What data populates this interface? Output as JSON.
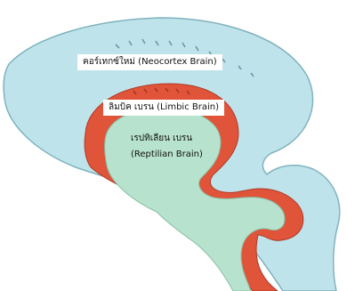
{
  "labels": {
    "neocortex": "คอร์เทกซ์ใหม่ (Neocortex Brain)",
    "limbic": "ลิมบิค เบรน (Limbic Brain)",
    "reptilian_line1": "เรปทิเลียน เบรน",
    "reptilian_line2": "(Reptilian Brain)"
  },
  "colors": {
    "neocortex": "#bfe3ea",
    "limbic": "#e0543a",
    "reptilian": "#b7e2cd",
    "outline": "#7fb3bf"
  }
}
